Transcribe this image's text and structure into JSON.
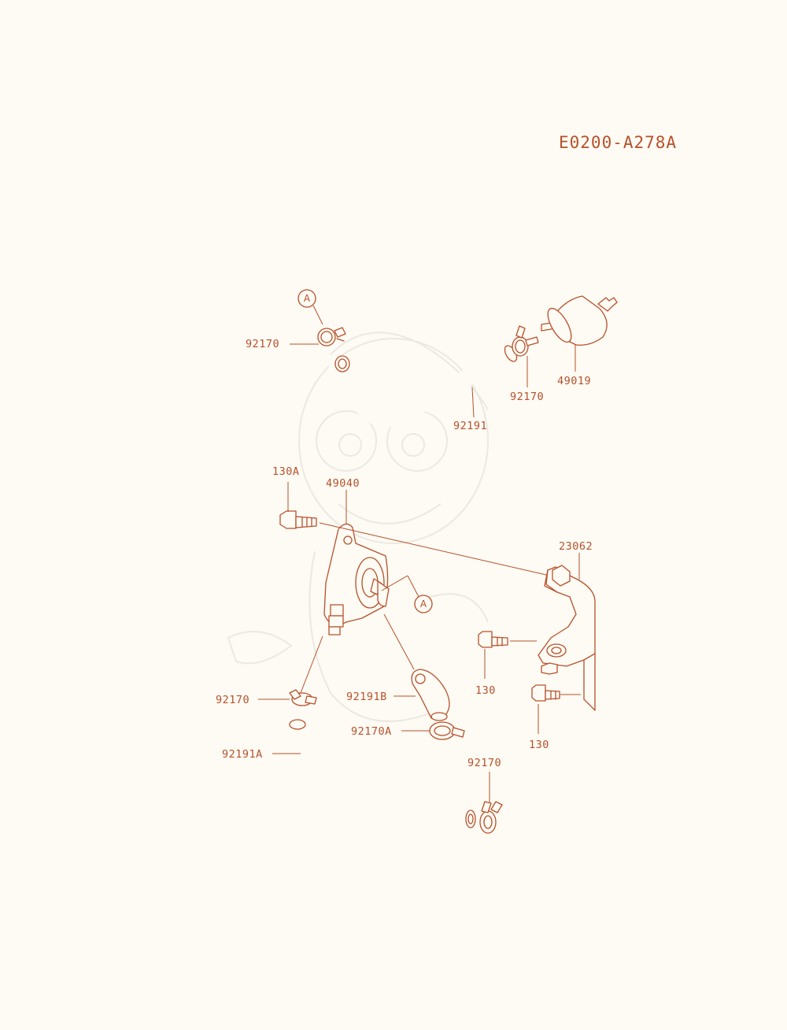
{
  "diagram_code": "E0200-A278A",
  "reference_marker": "A",
  "colors": {
    "line": "#b8502c",
    "background": "#fdfbf3",
    "watermark": "#ece8e2"
  },
  "callouts": [
    {
      "id": "c1",
      "label": "92170"
    },
    {
      "id": "c2",
      "label": "92170"
    },
    {
      "id": "c3",
      "label": "49019"
    },
    {
      "id": "c4",
      "label": "92191"
    },
    {
      "id": "c5",
      "label": "130A"
    },
    {
      "id": "c6",
      "label": "49040"
    },
    {
      "id": "c7",
      "label": "23062"
    },
    {
      "id": "c8",
      "label": "130"
    },
    {
      "id": "c9",
      "label": "130"
    },
    {
      "id": "c10",
      "label": "92170"
    },
    {
      "id": "c11",
      "label": "92191B"
    },
    {
      "id": "c12",
      "label": "92170A"
    },
    {
      "id": "c13",
      "label": "92191A"
    },
    {
      "id": "c14",
      "label": "92170"
    }
  ]
}
